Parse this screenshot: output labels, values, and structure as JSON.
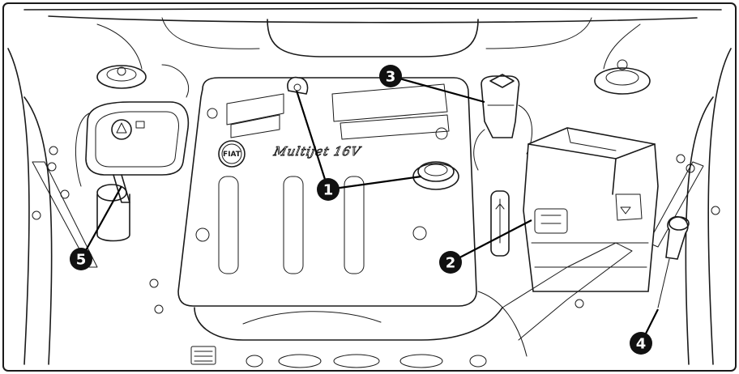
{
  "engine_cover": {
    "brand_logo_text": "FIAT",
    "engine_label": "Multijet 16V"
  },
  "callouts": [
    {
      "number": "1"
    },
    {
      "number": "2"
    },
    {
      "number": "3"
    },
    {
      "number": "4"
    },
    {
      "number": "5"
    }
  ],
  "colors": {
    "line": "#1a1a1a",
    "marker": "#111111",
    "background": "#ffffff"
  }
}
